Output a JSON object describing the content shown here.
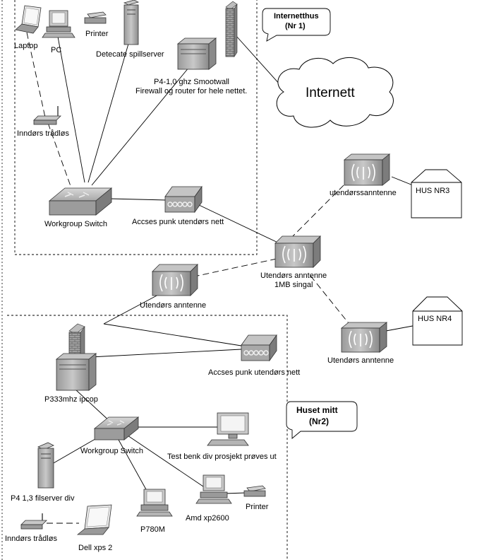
{
  "labels": {
    "laptop": "Laptop",
    "pc": "PC",
    "printer1": "Printer",
    "game_server": "Detecate spillserver",
    "firewall1_line1": "P4-1,0 ghz Smootwall",
    "firewall1_line2": "Firewall og router for hele nettet.",
    "wireless1": "Inndørs trådløs",
    "internet": "Internett",
    "switch1": "Workgroup Switch",
    "ap1": "Accses punk utendørs nett",
    "ant_outdoor1": "utendørssanntenne",
    "hus3": "HUS NR3",
    "ant_center_line1": "Utendørs anntenne",
    "ant_center_line2": "1MB singal",
    "ant_left": "Utendørs anntenne",
    "hus4": "HUS NR4",
    "ant_right": "Utendørs anntenne",
    "ap2": "Accses punk utendørs nett",
    "ipcop": "P333mhz ipcop",
    "switch2": "Workgroup Switch",
    "testbench": "Test benk div prosjekt prøves ut",
    "fileserver": "P4 1,3 filserver div",
    "p780m": "P780M",
    "amd": "Amd xp2600",
    "printer2": "Printer",
    "wireless2": "Inndørs trådløs",
    "dell": "Dell xps 2"
  },
  "callouts": {
    "internetthus_line1": "Internetthus",
    "internetthus_line2": "(Nr 1)",
    "huset_line1": "Huset mitt",
    "huset_line2": "(Nr2)"
  }
}
